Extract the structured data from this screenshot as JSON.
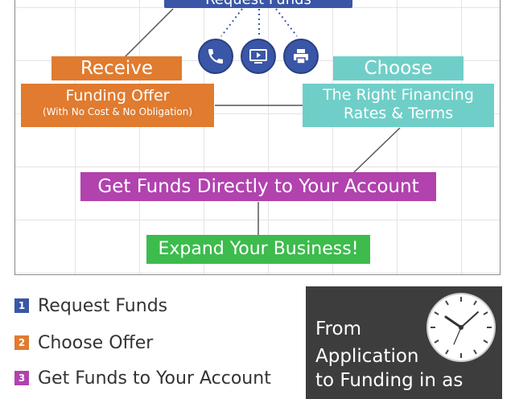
{
  "diagram": {
    "top_box_label": "Request Funds",
    "receive_label": "Receive",
    "offer_line1": "Funding Offer",
    "offer_line2": "(With No Cost & No Obligation)",
    "choose_label": "Choose",
    "terms_line1": "The Right Financing",
    "terms_line2": "Rates & Terms",
    "get_funds_label": "Get Funds Directly to Your Account",
    "expand_label": "Expand Your Business!",
    "icons": [
      "phone-icon",
      "video-icon",
      "printer-icon"
    ]
  },
  "legend": [
    {
      "number": "1",
      "text": "Request Funds",
      "color": "#3a56a6"
    },
    {
      "number": "2",
      "text": "Choose Offer",
      "color": "#e07b2f"
    },
    {
      "number": "3",
      "text": "Get Funds to Your Account",
      "color": "#b142ae"
    }
  ],
  "timebox": {
    "line1": "From",
    "line2": "Application",
    "line3": "to Funding in as"
  },
  "colors": {
    "orange": "#e07b2f",
    "teal": "#6fcfc8",
    "blue": "#3a56a6",
    "purple": "#b142ae",
    "green": "#3dbb4d",
    "dark_panel": "#3d3d3d"
  }
}
